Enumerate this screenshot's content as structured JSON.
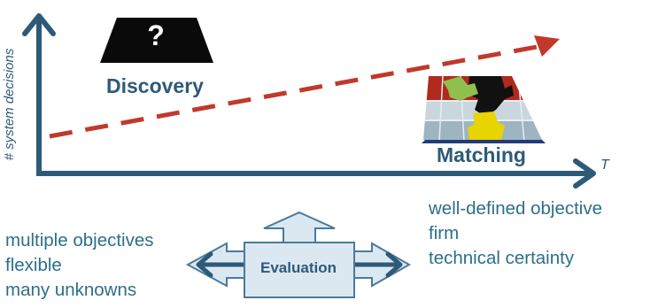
{
  "diagram": {
    "y_axis_label": "# system decisions",
    "x_axis_label": "T",
    "discovery": {
      "label": "Discovery",
      "icon_symbol": "?"
    },
    "matching": {
      "label": "Matching"
    },
    "left_items": [
      "multiple objectives",
      "flexible",
      "many unknowns"
    ],
    "right_items": [
      "well-defined objective",
      "firm",
      "technical certainty"
    ],
    "evaluation_label": "Evaluation"
  },
  "colors": {
    "axis": "#2e5a7a",
    "trend_arrow": "#c0392b",
    "evaluation_fill": "#dbe8f2",
    "evaluation_stroke": "#4a7a9c",
    "text_primary": "#2e5a7a",
    "text_list": "#2e6e8a",
    "puzzle_red": "#b02a1e",
    "puzzle_green": "#8fbf4e",
    "puzzle_yellow": "#e8d400",
    "puzzle_grey": "#a9bcc7",
    "puzzle_black": "#111111"
  },
  "icons": {
    "discovery": "question-box-icon",
    "matching": "puzzle-pieces-icon"
  }
}
